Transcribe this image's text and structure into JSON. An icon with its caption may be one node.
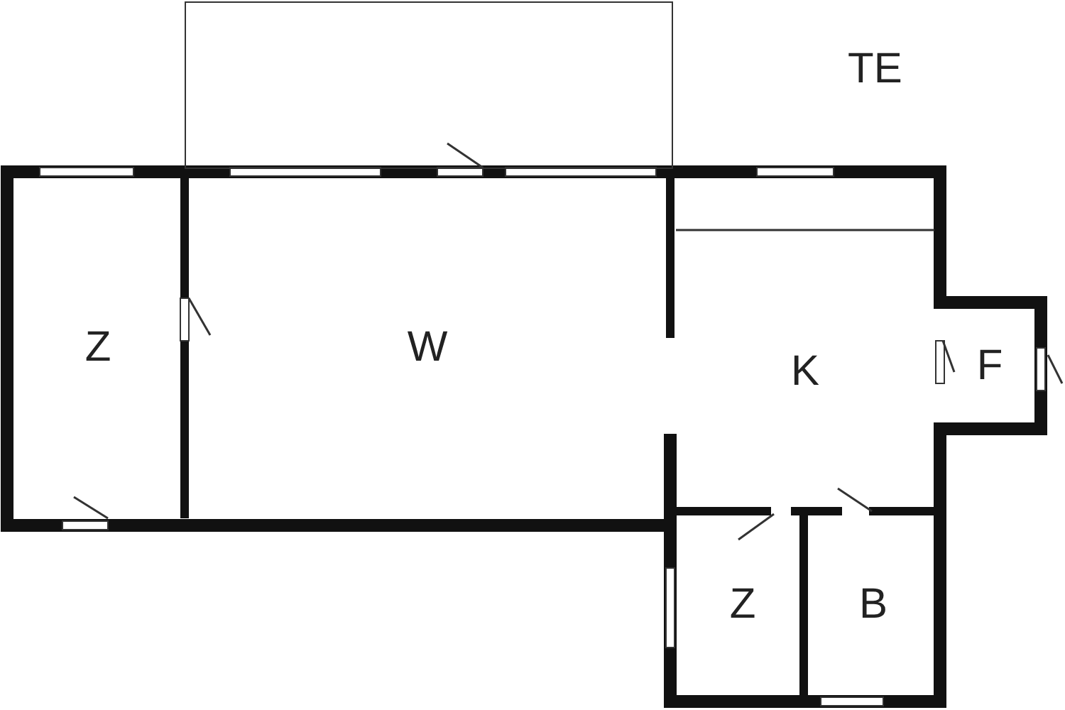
{
  "diagram": {
    "nodes": [
      {
        "text": [],
        "shape": "box"
      },
      {
        "text": [
          "Z"
        ]
      },
      {
        "text": [
          "W"
        ]
      },
      {
        "text": [
          "K"
        ]
      },
      {
        "text": [
          "F"
        ]
      },
      {
        "text": [
          "Z"
        ]
      },
      {
        "text": [
          "B"
        ]
      }
    ],
    "labels": [
      "TE"
    ]
  }
}
